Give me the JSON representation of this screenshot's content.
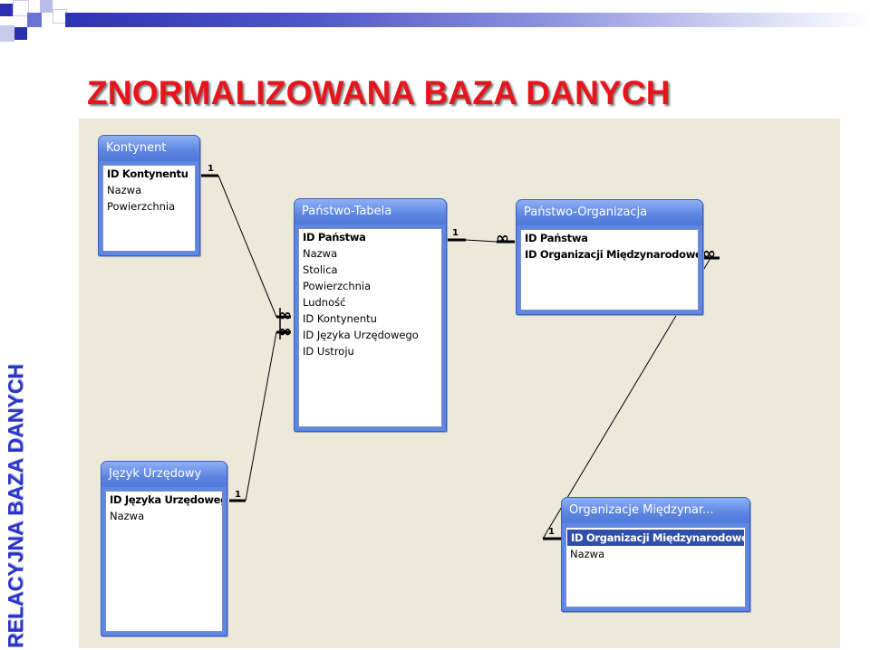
{
  "slide": {
    "title": "ZNORMALIZOWANA BAZA DANYCH",
    "side_title": "RELACYJNA BAZA DANYCH"
  },
  "colors": {
    "title": "#e8141c",
    "side_title": "#2a35c8",
    "canvas": "#ece8da",
    "table_header": "#5e86e3"
  },
  "tables": {
    "kontynent": {
      "title": "Kontynent",
      "fields": [
        "ID Kontynentu",
        "Nazwa",
        "Powierzchnia"
      ]
    },
    "panstwo": {
      "title": "Państwo-Tabela",
      "fields": [
        "ID Państwa",
        "Nazwa",
        "Stolica",
        "Powierzchnia",
        "Ludność",
        "ID Kontynentu",
        "ID Języka Urzędowego",
        "ID Ustroju"
      ]
    },
    "panstwo_org": {
      "title": "Państwo-Organizacja",
      "fields": [
        "ID Państwa",
        "ID Organizacji Międzynarodowej"
      ]
    },
    "jezyk": {
      "title": "Język Urzędowy",
      "fields": [
        "ID Języka Urzędoweg",
        "Nazwa"
      ]
    },
    "organizacje": {
      "title": "Organizacje Międzynar...",
      "fields": [
        "ID Organizacji Międzynarodowej",
        "Nazwa"
      ]
    }
  },
  "relationships": {
    "one": "1",
    "many": "∞"
  }
}
